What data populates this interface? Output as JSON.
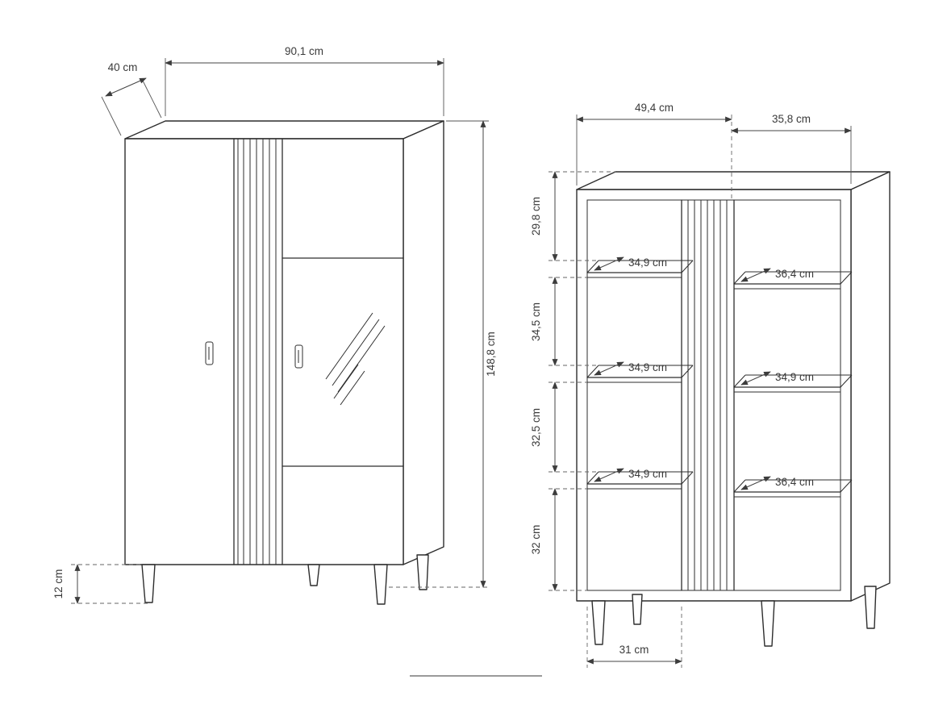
{
  "page": {
    "background": "#ffffff",
    "line_color": "#2d2d2d",
    "dimension_color": "#444444"
  },
  "front_view": {
    "dims": {
      "width": "90,1 cm",
      "depth": "40 cm",
      "height": "148,8 cm",
      "leg_height": "12 cm"
    }
  },
  "interior_view": {
    "dims": {
      "top_left_width": "49,4 cm",
      "top_right_width": "35,8 cm",
      "row_heights": [
        "29,8 cm",
        "34,5 cm",
        "32,5 cm",
        "32 cm"
      ],
      "left_shelf_depths": [
        "34,9 cm",
        "34,9 cm",
        "34,9 cm"
      ],
      "right_shelf_depths": [
        "36,4 cm",
        "34,9 cm",
        "36,4 cm"
      ],
      "bottom_inner_width": "31 cm"
    }
  }
}
